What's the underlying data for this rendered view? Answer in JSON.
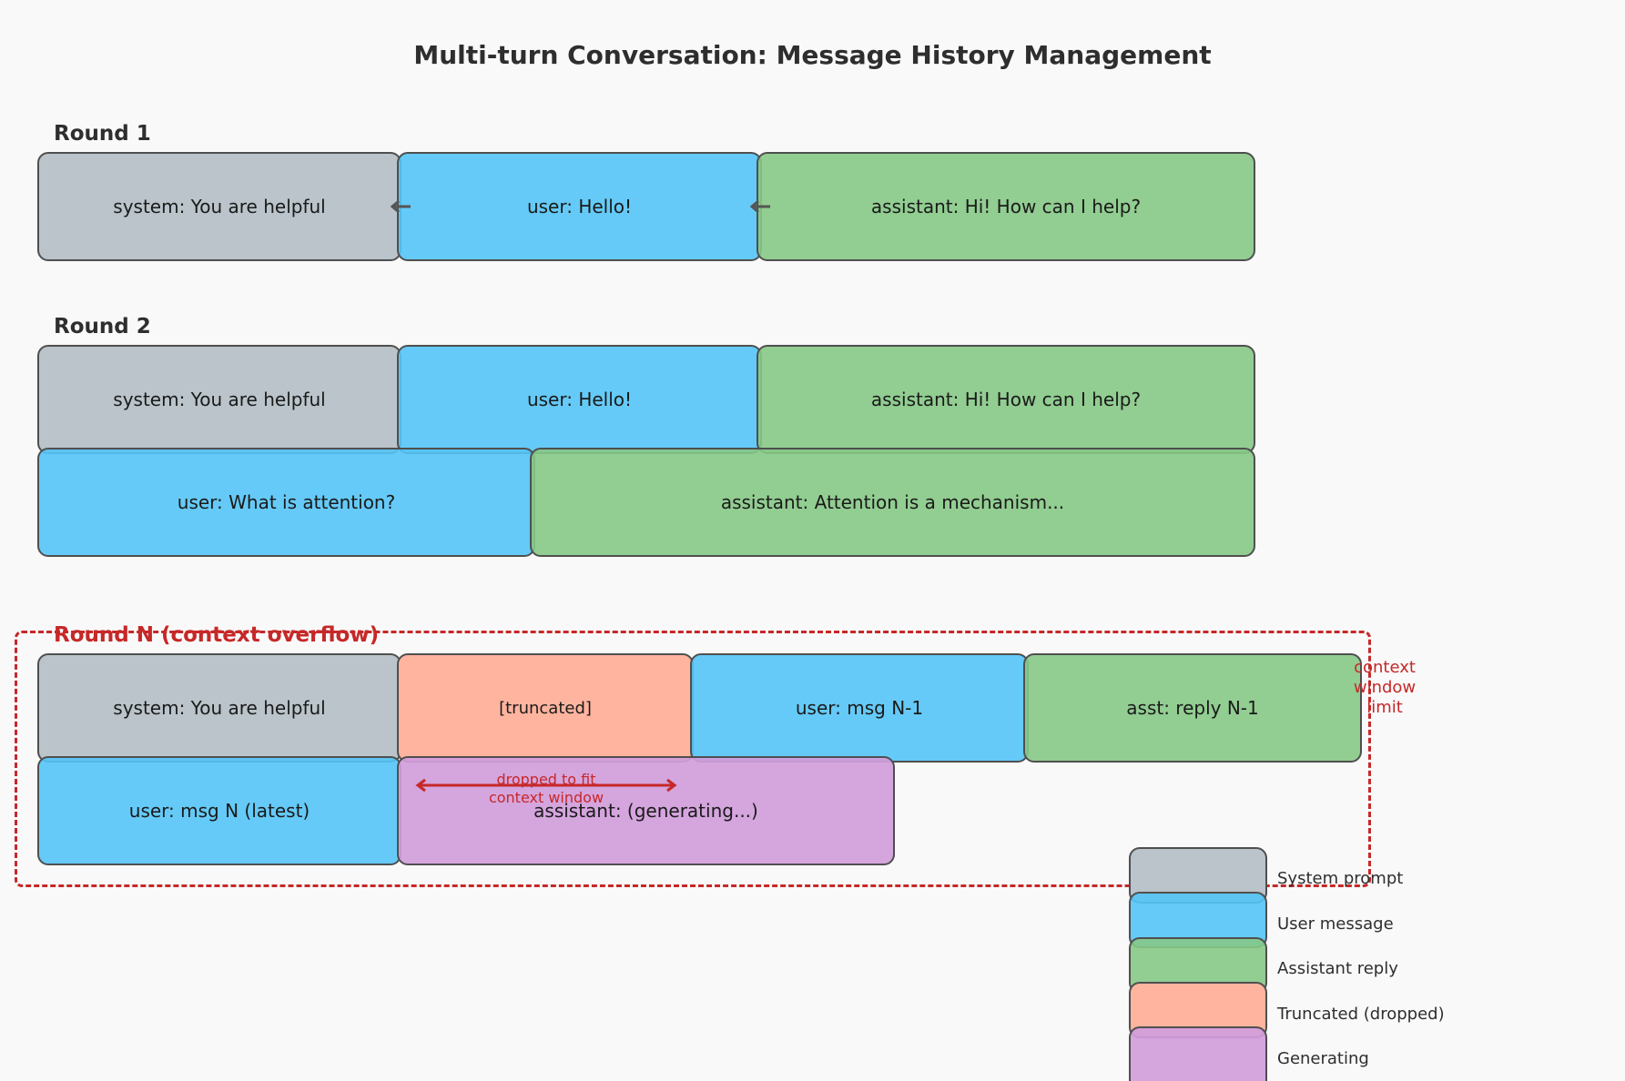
{
  "title": "Multi-turn Conversation: Message History Management",
  "rounds": [
    {
      "label": "Round 1",
      "messages": [
        {
          "role": "system",
          "text": "system: You are helpful"
        },
        {
          "role": "user",
          "text": "user: Hello!"
        },
        {
          "role": "assistant",
          "text": "assistant: Hi! How can I help?"
        }
      ]
    },
    {
      "label": "Round 2",
      "messages": [
        {
          "role": "system",
          "text": "system: You are helpful"
        },
        {
          "role": "user",
          "text": "user: Hello!"
        },
        {
          "role": "assistant",
          "text": "assistant: Hi! How can I help?"
        },
        {
          "role": "user",
          "text": "user: What is attention?"
        },
        {
          "role": "assistant",
          "text": "assistant: Attention is a mechanism..."
        }
      ]
    },
    {
      "label": "Round N (context overflow)",
      "messages": [
        {
          "role": "system",
          "text": "system: You are helpful"
        },
        {
          "role": "truncated",
          "text": "[truncated]"
        },
        {
          "role": "user",
          "text": "user: msg N-1"
        },
        {
          "role": "assistant",
          "text": "asst: reply N-1"
        },
        {
          "role": "user",
          "text": "user: msg N (latest)"
        },
        {
          "role": "generating",
          "text": "assistant: (generating...)"
        }
      ],
      "limit_label": "context\nwindow\nlimit",
      "drop_label": "dropped to fit\ncontext window"
    }
  ],
  "colors": {
    "system": "#bac4ca",
    "user": "#54c4f6",
    "assistant": "#86c886",
    "truncated": "#feb49f",
    "generating": "#d19ddb",
    "overflow": "#c62828"
  },
  "legend": [
    {
      "role": "system",
      "label": "System prompt"
    },
    {
      "role": "user",
      "label": "User message"
    },
    {
      "role": "assistant",
      "label": "Assistant reply"
    },
    {
      "role": "truncated",
      "label": "Truncated (dropped)"
    },
    {
      "role": "generating",
      "label": "Generating"
    }
  ]
}
